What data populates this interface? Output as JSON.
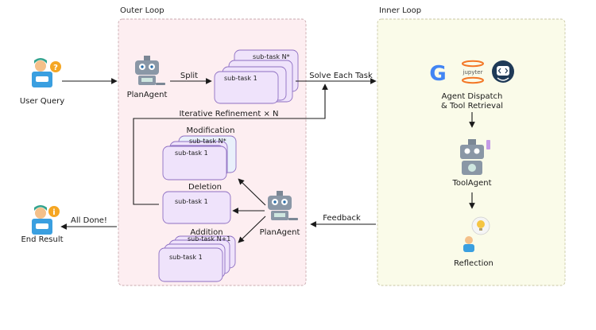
{
  "sections": {
    "outer_loop": "Outer Loop",
    "inner_loop": "Inner Loop"
  },
  "nodes": {
    "user_query": "User Query",
    "end_result": "End Result",
    "plan_agent_top": "PlanAgent",
    "plan_agent_bottom": "PlanAgent",
    "tool_agent": "ToolAgent",
    "reflection": "Reflection",
    "agent_dispatch_line1": "Agent Dispatch",
    "agent_dispatch_line2": "& Tool Retrieval"
  },
  "edges": {
    "split": "Split",
    "solve_each_task": "Solve Each Task",
    "iterative_refinement": "Iterative Refinement × N",
    "feedback": "Feedback",
    "all_done": "All Done!"
  },
  "groups": {
    "modification": "Modification",
    "deletion": "Deletion",
    "addition": "Addition"
  },
  "cards": {
    "subtask_n_star": "sub-task N*",
    "subtask_1": "sub-task 1",
    "mod_n_star": "sub-task N*",
    "mod_1": "sub-task 1",
    "del_1": "sub-task 1",
    "add_n_plus_1": "sub-task N+1",
    "add_1": "sub-task 1"
  },
  "logos": {
    "google": "G",
    "jupyter": "jupyter"
  },
  "colors": {
    "outer_bg": "#fdeef1",
    "inner_bg": "#fafbe9",
    "card_fill": "#efe3fb",
    "card_stroke": "#8e6fc2",
    "robot_body": "#8a97a6"
  }
}
